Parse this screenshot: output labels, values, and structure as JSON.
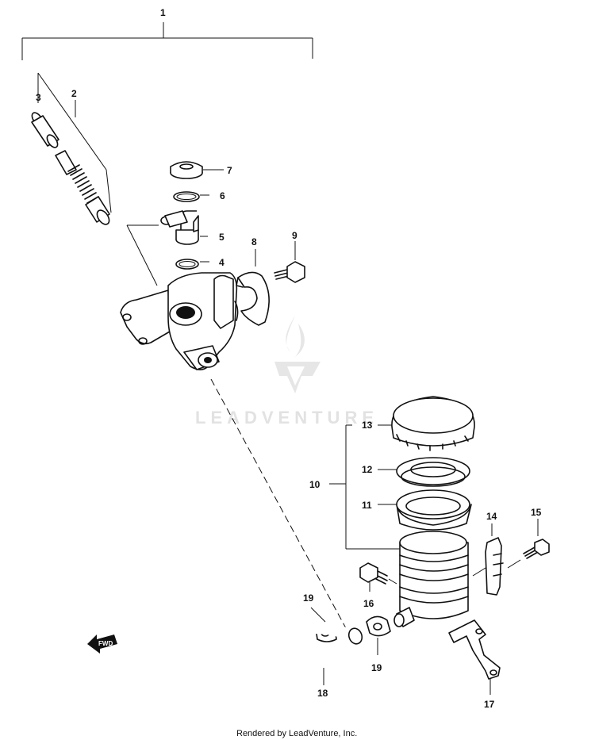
{
  "diagram": {
    "callouts": {
      "p1": "1",
      "p2": "2",
      "p3": "3",
      "p4": "4",
      "p5": "5",
      "p6": "6",
      "p7": "7",
      "p8": "8",
      "p9": "9",
      "p10": "10",
      "p11": "11",
      "p12": "12",
      "p13": "13",
      "p14": "14",
      "p15": "15",
      "p16": "16",
      "p17": "17",
      "p18": "18",
      "p19a": "19",
      "p19b": "19"
    },
    "fwd_label": "FWD"
  },
  "watermark": {
    "text": "LEADVENTURE"
  },
  "footer": {
    "text": "Rendered by LeadVenture, Inc."
  }
}
